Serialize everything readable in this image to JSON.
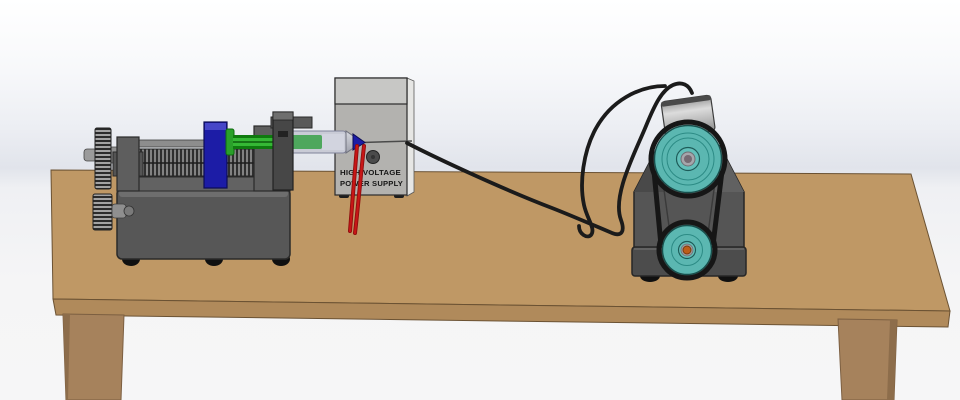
{
  "psu": {
    "label_line1": "HIGH VOLTAGE",
    "label_line2": "POWER SUPPLY"
  },
  "parts": {
    "left_device": "syringe-pump",
    "middle_device": "high-voltage-power-supply",
    "right_device": "rotating-drum-collector",
    "surface": "wooden-table"
  },
  "colors": {
    "table_top": "#bf9865",
    "table_edge_band": "#b08a5b",
    "table_leg": "#a6825c",
    "table_outline": "#6b5233",
    "machine_gray": "#575757",
    "bracket_gray": "#5e5e5e",
    "pusher_blue": "#1c1ca6",
    "syringe_green": "#2aa02a",
    "barrel_gray": "#c9cbd6",
    "psu_body": "#b3b2af",
    "psu_lid": "#c7c7c5",
    "knob_gray": "#4b4b4b",
    "wire_red": "#c81616",
    "cable_black": "#1b1b1b",
    "pulley_teal": "#5bb7b1",
    "belt_black": "#161616",
    "collector_body": "#555555",
    "hub_orange": "#bd5d18",
    "motor_silver": "#c2c2c2"
  }
}
